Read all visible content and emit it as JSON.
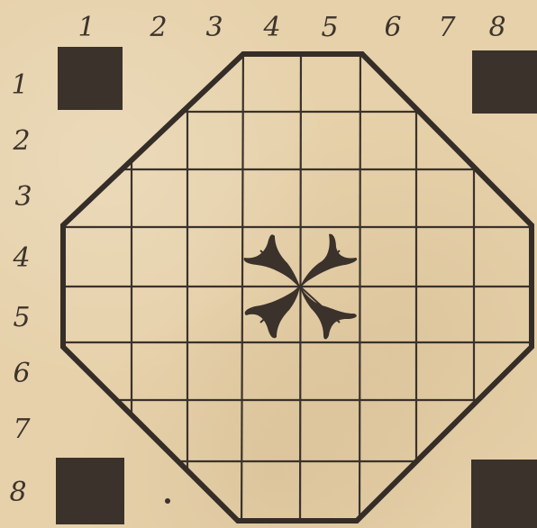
{
  "board": {
    "column_labels": [
      "1",
      "2",
      "3",
      "4",
      "5",
      "6",
      "7",
      "8"
    ],
    "row_labels": [
      "1",
      "2",
      "3",
      "4",
      "5",
      "6",
      "7",
      "8"
    ],
    "grid_size": 8,
    "shape": "octagon",
    "center_mark": "four-petal-star",
    "corner_blocks": [
      "top-left",
      "top-right",
      "bottom-left",
      "bottom-right"
    ],
    "ink_color": "#3a322b",
    "paper_color": "#e6d1aa"
  }
}
